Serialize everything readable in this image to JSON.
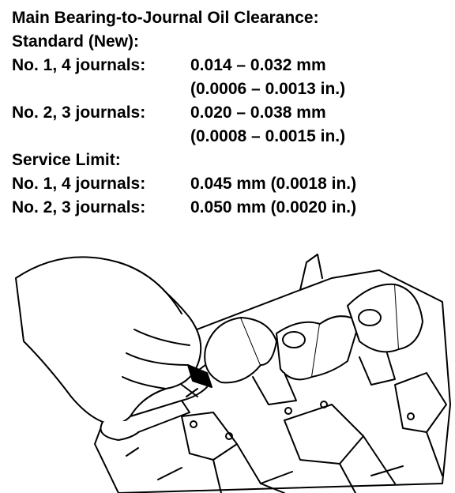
{
  "spec": {
    "heading": "Main Bearing-to-Journal Oil Clearance:",
    "standard_label": "Standard (New):",
    "standard": [
      {
        "label": "No. 1, 4 journals:",
        "metric": "0.014 – 0.032 mm",
        "imperial": "(0.0006 – 0.0013 in.)"
      },
      {
        "label": "No. 2, 3 journals:",
        "metric": "0.020 – 0.038 mm",
        "imperial": "(0.0008 – 0.0015 in.)"
      }
    ],
    "service_label": "Service Limit:",
    "service": [
      {
        "label": "No. 1, 4 journals:",
        "value": "0.045 mm (0.0018 in.)"
      },
      {
        "label": "No. 2, 3 journals:",
        "value": "0.050 mm (0.0020 in.)"
      }
    ]
  },
  "illustration": {
    "icon": "crankshaft-plastigage-measurement-illustration"
  }
}
